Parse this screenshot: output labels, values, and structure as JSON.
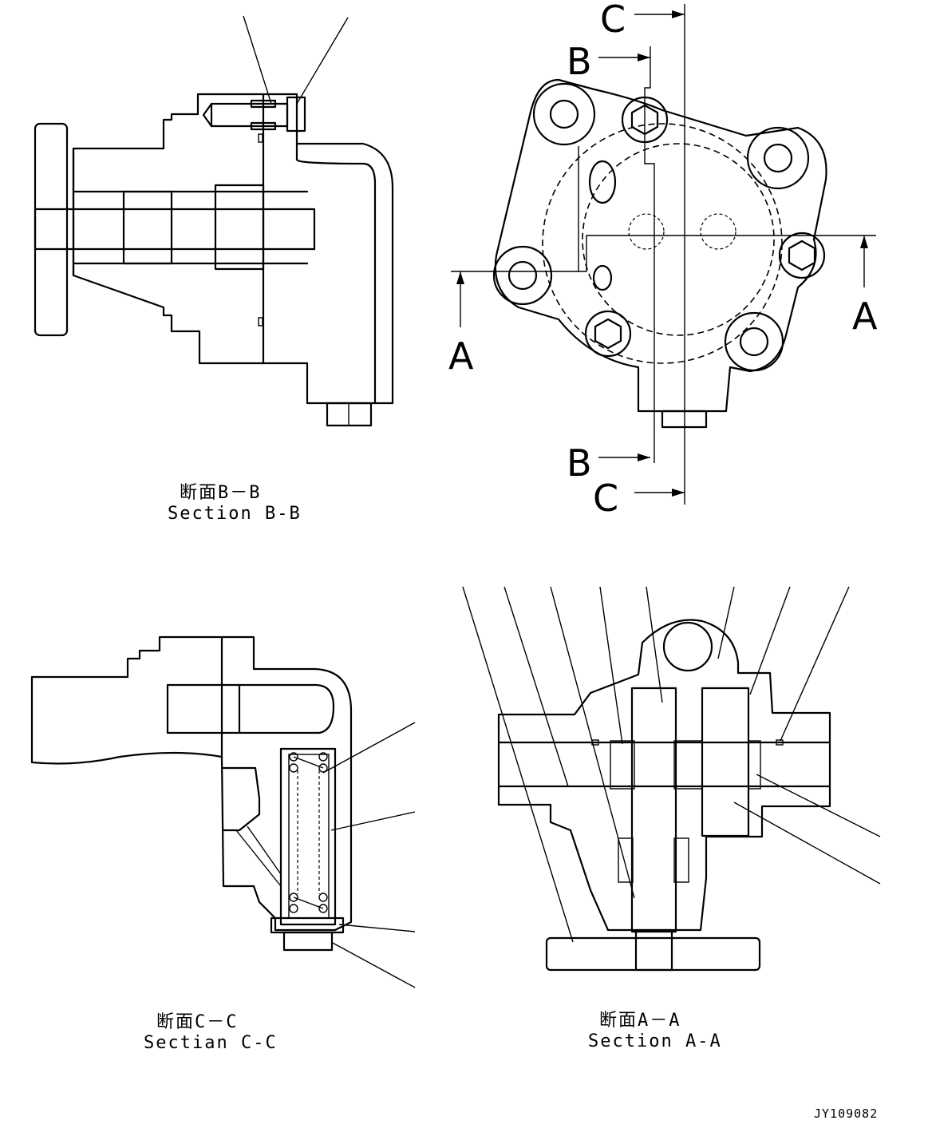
{
  "views": {
    "section_bb": {
      "title_jp": "断面B－B",
      "title_en": "Section B-B"
    },
    "section_cc": {
      "title_jp": "断面C－C",
      "title_en": "Sectian C-C"
    },
    "section_aa": {
      "title_jp": "断面A－A",
      "title_en": "Section A-A"
    }
  },
  "cut_markers": {
    "a": "A",
    "b": "B",
    "c": "C"
  },
  "drawing_code": "JY109082"
}
